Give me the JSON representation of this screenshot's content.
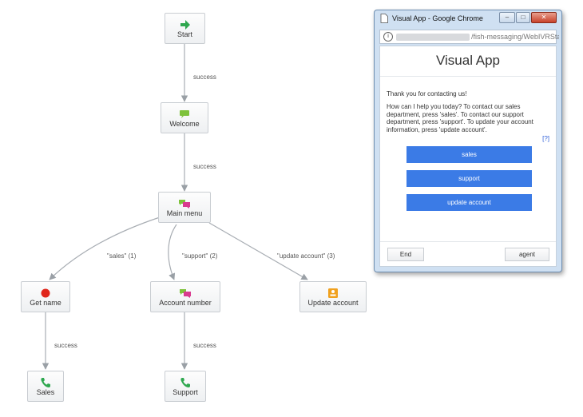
{
  "flow": {
    "nodes": {
      "start": {
        "label": "Start",
        "icon": "green-arrow-icon"
      },
      "welcome": {
        "label": "Welcome",
        "icon": "speech-bubble-icon"
      },
      "main_menu": {
        "label": "Main menu",
        "icon": "multi-bubble-icon"
      },
      "get_name": {
        "label": "Get name",
        "icon": "red-dot-icon"
      },
      "account_number": {
        "label": "Account number",
        "icon": "multi-bubble-icon"
      },
      "update_account": {
        "label": "Update account",
        "icon": "orange-form-icon"
      },
      "sales": {
        "label": "Sales",
        "icon": "phone-icon"
      },
      "support": {
        "label": "Support",
        "icon": "phone-icon"
      }
    },
    "edges": {
      "start_welcome": "success",
      "welcome_menu": "success",
      "menu_sales": "\"sales\" (1)",
      "menu_support": "\"support\" (2)",
      "menu_update": "\"update account\" (3)",
      "getname_sales": "success",
      "accnum_support": "success"
    },
    "colors": {
      "green": "#2fa84f",
      "red": "#e0261b",
      "orange": "#f0a11e",
      "pink": "#d93a8f"
    }
  },
  "window": {
    "title": "Visual App - Google Chrome",
    "url_path": "/fish-messaging/WebIVRStar",
    "app_title": "Visual App",
    "greeting": "Thank you for contacting us!",
    "prompt": "How can I help you today? To contact our sales department, press 'sales'. To contact our support department, press 'support'. To update your account information, press 'update account'.",
    "help_link": "[?]",
    "choices": [
      "sales",
      "support",
      "update account"
    ],
    "end_button": "End",
    "agent_button": "agent",
    "accent": "#3b7be6"
  }
}
